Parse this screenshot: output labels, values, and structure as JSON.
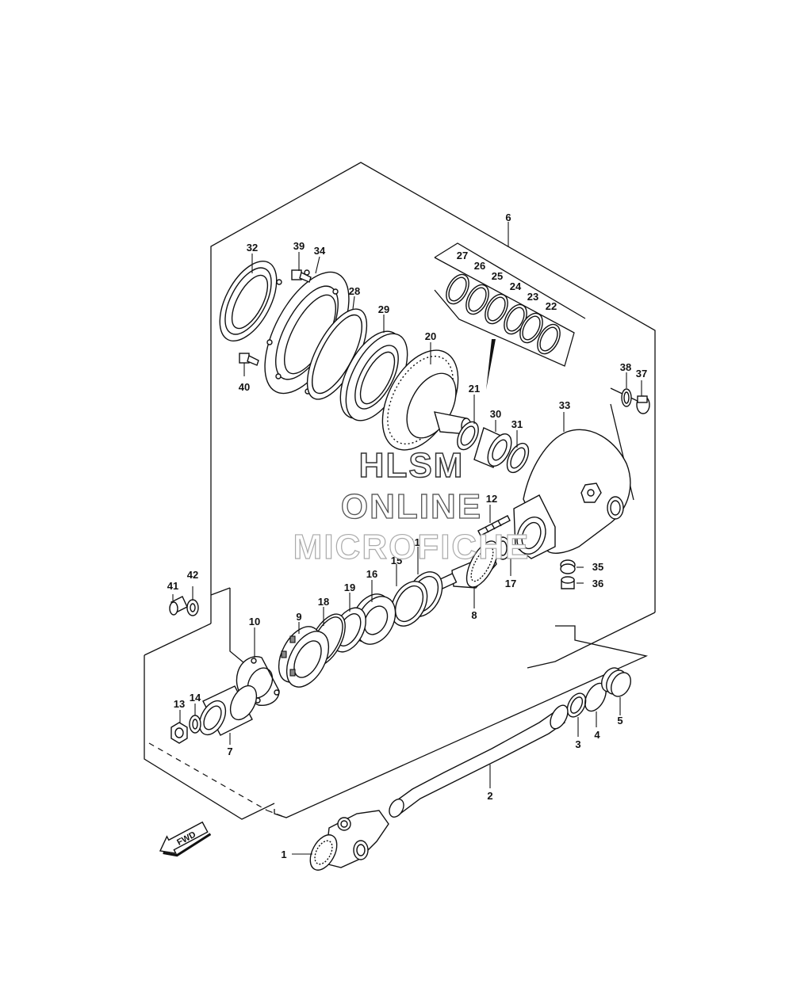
{
  "watermark": {
    "line1": "HLSM",
    "line2": "ONLINE",
    "line3": "MICROFICHE"
  },
  "fwd_label": "FWD",
  "parts": [
    "1",
    "2",
    "3",
    "4",
    "5",
    "6",
    "7",
    "8",
    "9",
    "10",
    "11",
    "12",
    "13",
    "14",
    "15",
    "16",
    "17",
    "18",
    "19",
    "20",
    "21",
    "22",
    "23",
    "24",
    "25",
    "26",
    "27",
    "28",
    "29",
    "30",
    "31",
    "32",
    "33",
    "34",
    "35",
    "36",
    "37",
    "38",
    "39",
    "40",
    "41",
    "42"
  ]
}
